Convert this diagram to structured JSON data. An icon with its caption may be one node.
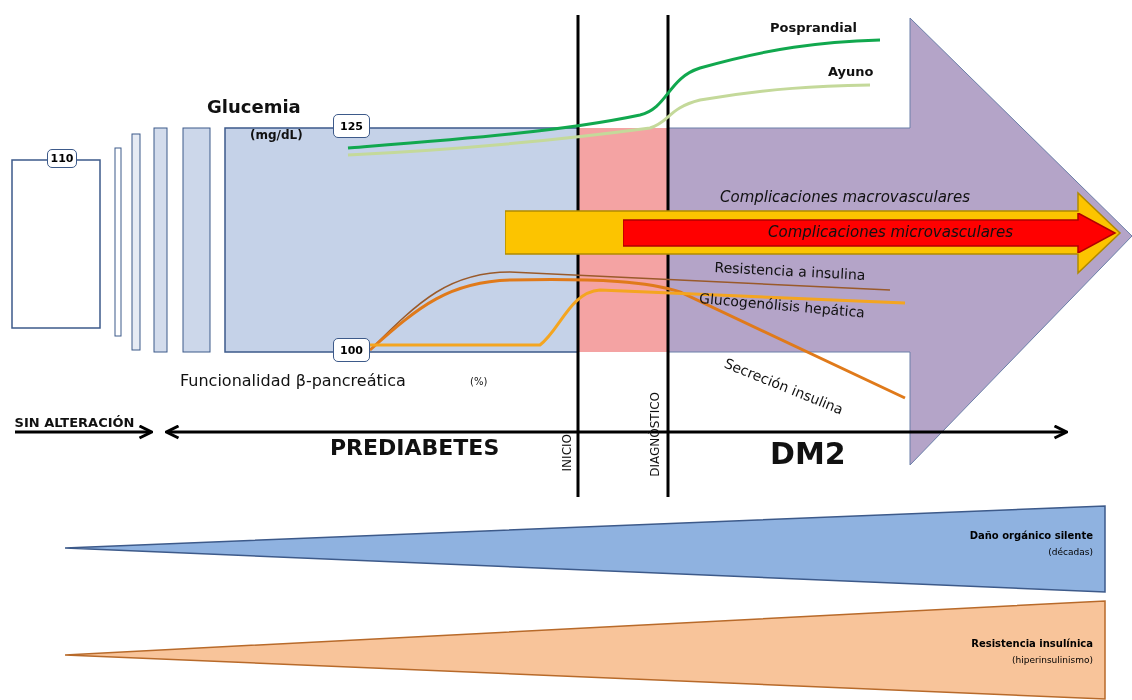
{
  "diagram": {
    "nodes": [
      {
        "text": [
          "110"
        ]
      },
      {
        "text": [
          "125"
        ]
      },
      {
        "text": [
          "100"
        ]
      },
      {
        "text": [
          "Complicaciones macrovasculares"
        ]
      },
      {
        "text": [
          "Complicaciones microvasculares"
        ],
        "in": 3
      },
      {
        "text": [
          "Daño orgánico silente",
          "(décadas)"
        ]
      },
      {
        "text": [
          "Resistencia insulínica",
          "(hiperinsulinismo)"
        ]
      }
    ],
    "labels": [
      "Posprandial",
      "Ayuno",
      "Glucemia",
      "(mg/dL)",
      "Funcionalidad β-pancreática",
      "(%)",
      "Resistencia a insulina",
      "Glucogenólisis hepática",
      "Secreción insulina",
      "SIN ALTERACIÓN",
      "PREDIABETES",
      "INICIO",
      "DIAGNÓSTICO",
      "DM2"
    ]
  }
}
